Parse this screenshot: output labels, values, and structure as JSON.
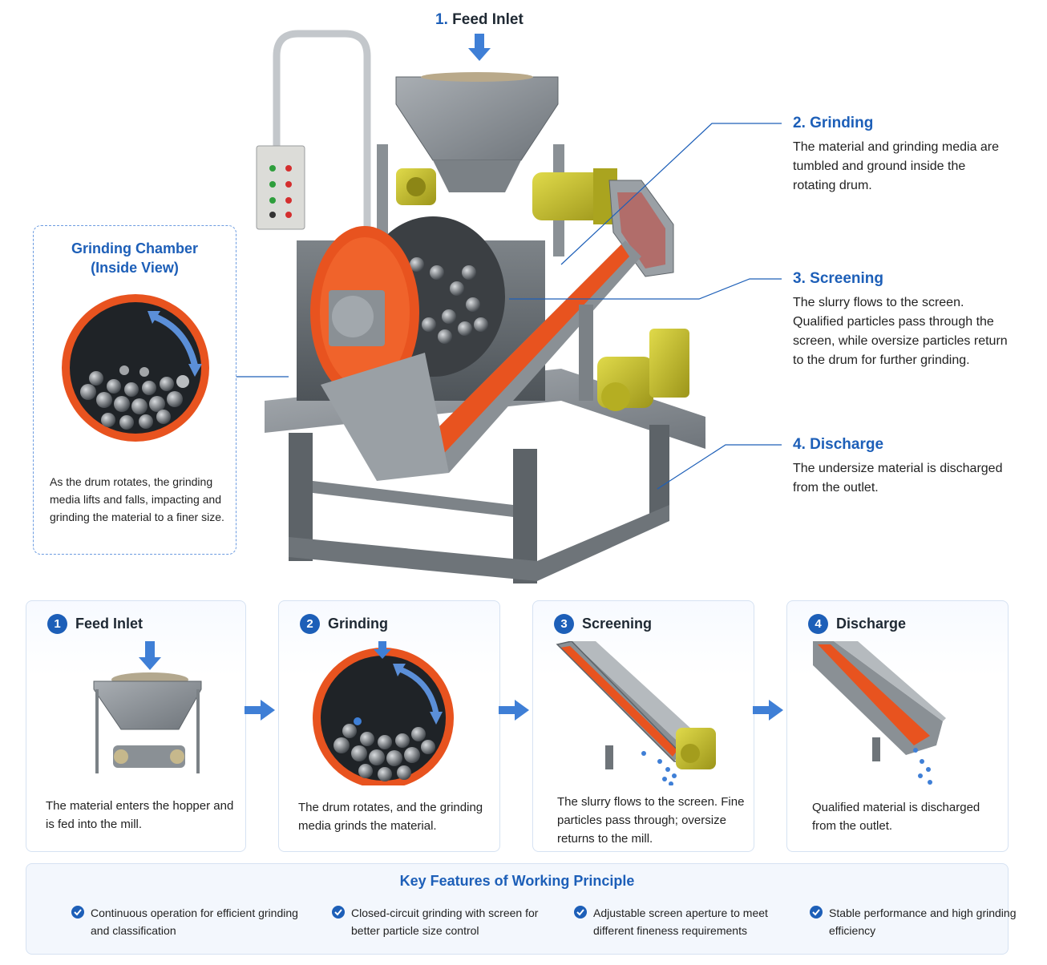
{
  "callouts": {
    "feed": {
      "num": "1.",
      "title": "Feed Inlet"
    },
    "grinding": {
      "num": "2.",
      "title": "Grinding",
      "text": "The material and grinding media are tumbled and ground inside the rotating drum."
    },
    "screening": {
      "num": "3.",
      "title": "Screening",
      "text": "The slurry flows to the screen. Qualified particles pass through the screen, while oversize particles return to the drum for further grinding."
    },
    "discharge": {
      "num": "4.",
      "title": "Discharge",
      "text": "The undersize material is discharged from the outlet."
    }
  },
  "chamber": {
    "title_line1": "Grinding Chamber",
    "title_line2": "(Inside View)",
    "text": "As the drum rotates, the grinding media lifts and falls, impacting and grinding the material to a finer size."
  },
  "steps": [
    {
      "num": "1",
      "title": "Feed Inlet",
      "text": "The material enters the hopper and is fed into the mill.",
      "icon": "hopper-icon"
    },
    {
      "num": "2",
      "title": "Grinding",
      "text": "The drum rotates, and the grinding media grinds the material.",
      "icon": "drum-icon"
    },
    {
      "num": "3",
      "title": "Screening",
      "text": "The slurry flows to the screen. Fine particles pass through; oversize returns to the mill.",
      "icon": "screen-chute-icon"
    },
    {
      "num": "4",
      "title": "Discharge",
      "text": "Qualified material is discharged from the outlet.",
      "icon": "discharge-chute-icon"
    }
  ],
  "features": {
    "title": "Key Features of Working Principle",
    "items": [
      "Continuous operation for efficient grinding and classification",
      "Closed-circuit grinding with screen for better particle size control",
      "Adjustable screen aperture to meet different fineness requirements",
      "Stable performance and high grinding efficiency"
    ]
  },
  "colors": {
    "accent_blue": "#1d5fb8",
    "drum_orange": "#e8531f",
    "machine_grey": "#8e9499",
    "motor_yellow": "#c9c12a",
    "arrow_blue": "#3f7fd6"
  }
}
